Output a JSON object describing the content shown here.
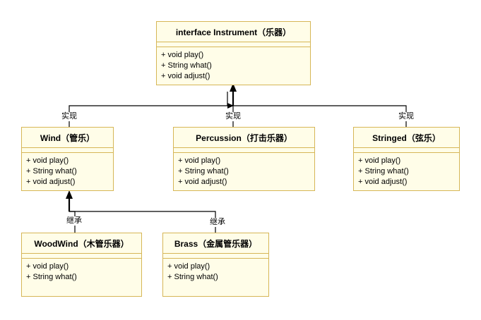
{
  "classes": {
    "instrument": {
      "title": "interface Instrument（乐器）",
      "members": [
        "+ void play()",
        "+ String what()",
        "+ void adjust()"
      ]
    },
    "wind": {
      "title": "Wind（管乐）",
      "members": [
        "+ void play()",
        "+ String what()",
        "+ void adjust()"
      ]
    },
    "percussion": {
      "title": "Percussion（打击乐器）",
      "members": [
        "+ void play()",
        "+ String what()",
        "+ void adjust()"
      ]
    },
    "stringed": {
      "title": "Stringed（弦乐）",
      "members": [
        "+ void play()",
        "+ String what()",
        "+ void adjust()"
      ]
    },
    "woodwind": {
      "title": "WoodWind（木管乐器）",
      "members": [
        "+ void play()",
        "+ String what()"
      ]
    },
    "brass": {
      "title": "Brass（金属管乐器）",
      "members": [
        "+ void play()",
        "+ String what()"
      ]
    }
  },
  "edges": {
    "implements_label": "实现",
    "inherits_label": "继承"
  },
  "colors": {
    "class_fill": "#fffde8",
    "class_border": "#d6b656",
    "line": "#000000"
  }
}
